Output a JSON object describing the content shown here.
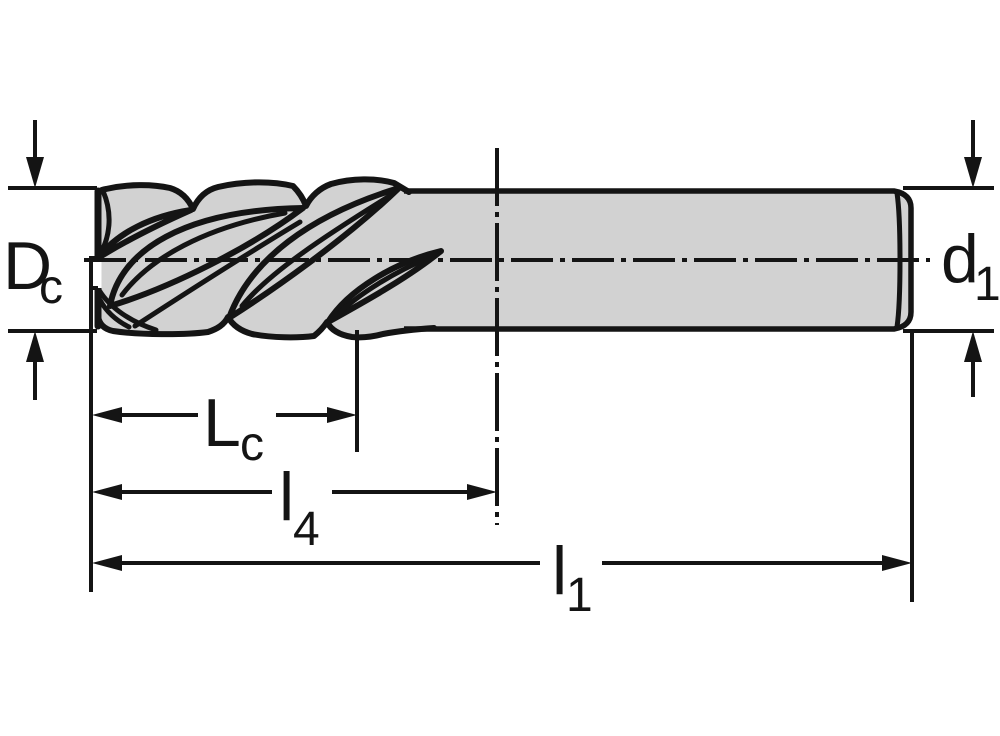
{
  "figure": {
    "type": "technical-drawing",
    "subject": "End mill (milling cutter) side view with dimension annotations",
    "colors": {
      "background": "#ffffff",
      "ink": "#141414",
      "body_fill": "#d2d2d2"
    },
    "labels": {
      "Dc": {
        "main": "D",
        "sub": "c"
      },
      "d1": {
        "main": "d",
        "sub": "1"
      },
      "Lc": {
        "main": "L",
        "sub": "c"
      },
      "l4": {
        "main": "l",
        "sub": "4"
      },
      "l1": {
        "main": "l",
        "sub": "1"
      }
    }
  }
}
